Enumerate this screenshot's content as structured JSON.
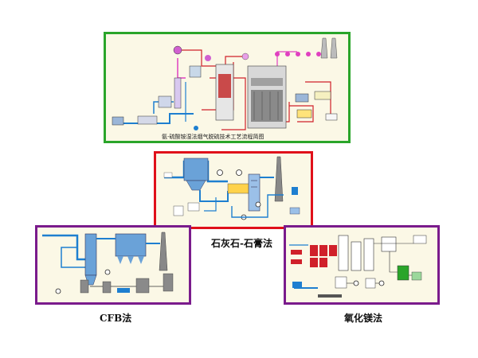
{
  "panels": {
    "ammonia": {
      "caption": "氨-硫酸铵湿法烟气脱硫技术工艺流程简图",
      "border_color": "#2aa52a"
    },
    "limestone": {
      "label": "石灰石-石膏法",
      "border_color": "#e0101a"
    },
    "cfb": {
      "label": "CFB法",
      "border_color": "#7a1b8c"
    },
    "magnesium": {
      "label": "氧化镁法",
      "border_color": "#7a1b8c"
    }
  },
  "colors": {
    "pipe_blue": "#1e7fd0",
    "pipe_red": "#d0202a",
    "pipe_pink": "#e040c0",
    "equipment_gray": "#8a8a8a",
    "panel_bg": "#fbf8e6"
  }
}
